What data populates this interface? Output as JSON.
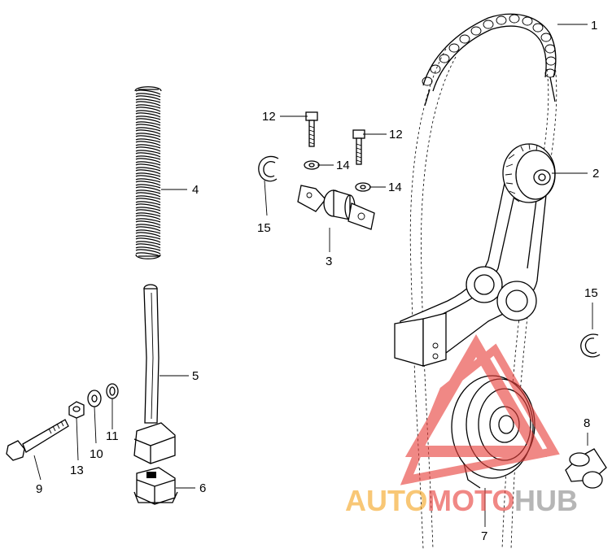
{
  "labels": {
    "l1": "1",
    "l2": "2",
    "l3": "3",
    "l4": "4",
    "l5": "5",
    "l6": "6",
    "l7": "7",
    "l8": "8",
    "l9": "9",
    "l10": "10",
    "l11": "11",
    "l12a": "12",
    "l12b": "12",
    "l13": "13",
    "l14a": "14",
    "l14b": "14",
    "l15a": "15",
    "l15b": "15"
  },
  "watermark": {
    "auto": "AUTO",
    "moto": "MOTO",
    "hub": "HUB"
  },
  "colors": {
    "watermark_orange": "#f5a623",
    "watermark_red": "#e8413c",
    "watermark_gray": "#8a8a8a"
  }
}
